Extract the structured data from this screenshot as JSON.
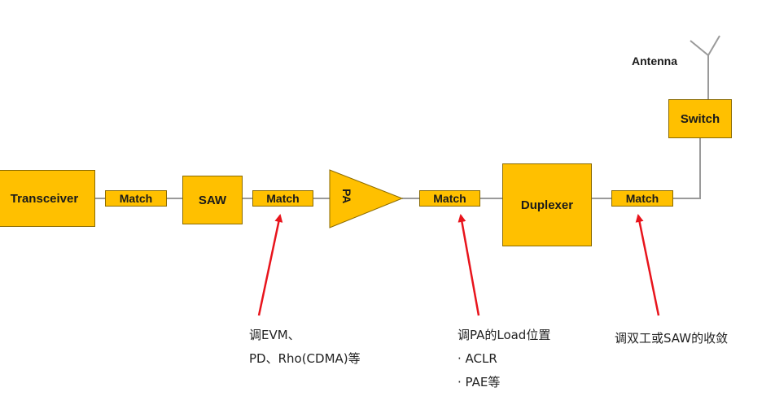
{
  "blocks": {
    "transceiver": "Transceiver",
    "match1": "Match",
    "saw": "SAW",
    "match2": "Match",
    "pa": "PA",
    "match3": "Match",
    "duplexer": "Duplexer",
    "match4": "Match",
    "switch": "Switch",
    "antenna": "Antenna"
  },
  "annotations": {
    "a1": {
      "line1": "调EVM、",
      "line2": "PD、Rho(CDMA)等"
    },
    "a2": {
      "line1": "调PA的Load位置",
      "line2": "· ACLR",
      "line3": "· PAE等"
    },
    "a3": {
      "line1": "调双工或SAW的收敛"
    }
  },
  "colors": {
    "block": "#ffc000",
    "wire": "#9a9a9a",
    "arrow": "#e8141c"
  }
}
